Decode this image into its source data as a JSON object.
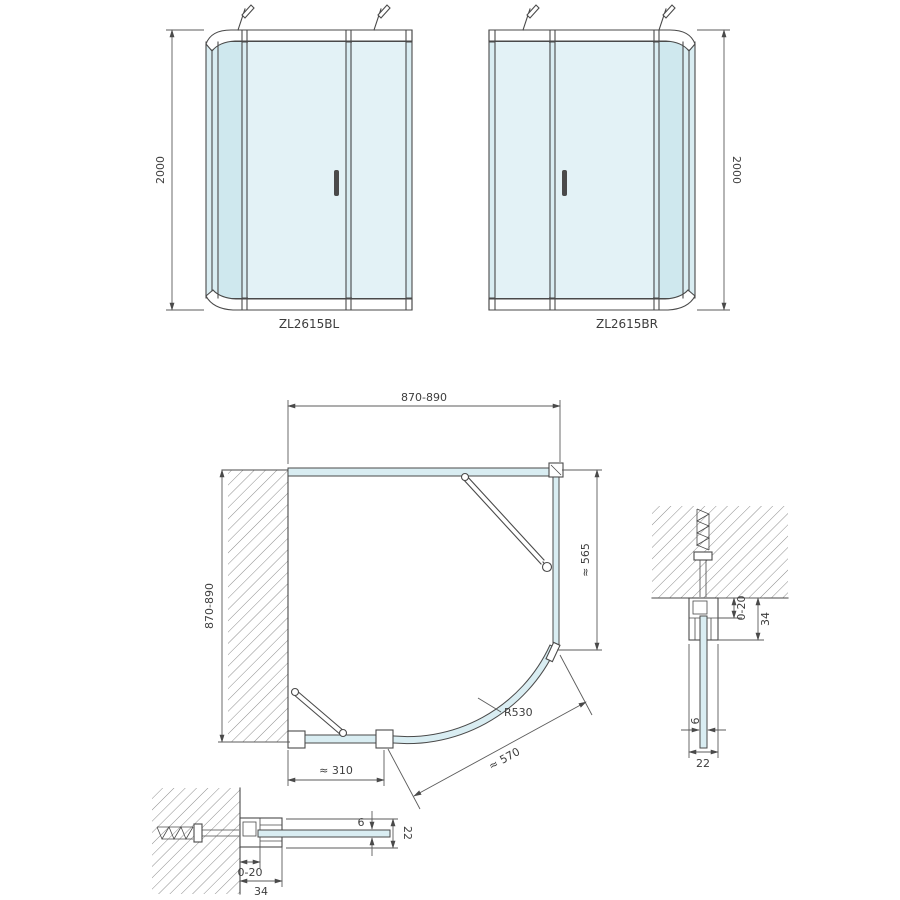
{
  "product": {
    "left_label": "ZL2615BL",
    "right_label": "ZL2615BR"
  },
  "elevation_dims": {
    "height_left": "2000",
    "height_right": "2000"
  },
  "plan_dims": {
    "width": "870-890",
    "depth": "870-890",
    "door_side": "≈ 565",
    "radius": "R530",
    "curve": "≈ 570",
    "wall_side": "≈ 310"
  },
  "section_top_profile": {
    "adjust": "0-20",
    "profile_width": "34",
    "glass_thickness": "6",
    "profile_depth": "22"
  },
  "section_side_profile": {
    "adjust": "0-20",
    "profile_width": "34",
    "glass_thickness": "6",
    "profile_depth": "22"
  },
  "colors": {
    "glass": "#d9edf2",
    "line": "#4a4a4a"
  }
}
